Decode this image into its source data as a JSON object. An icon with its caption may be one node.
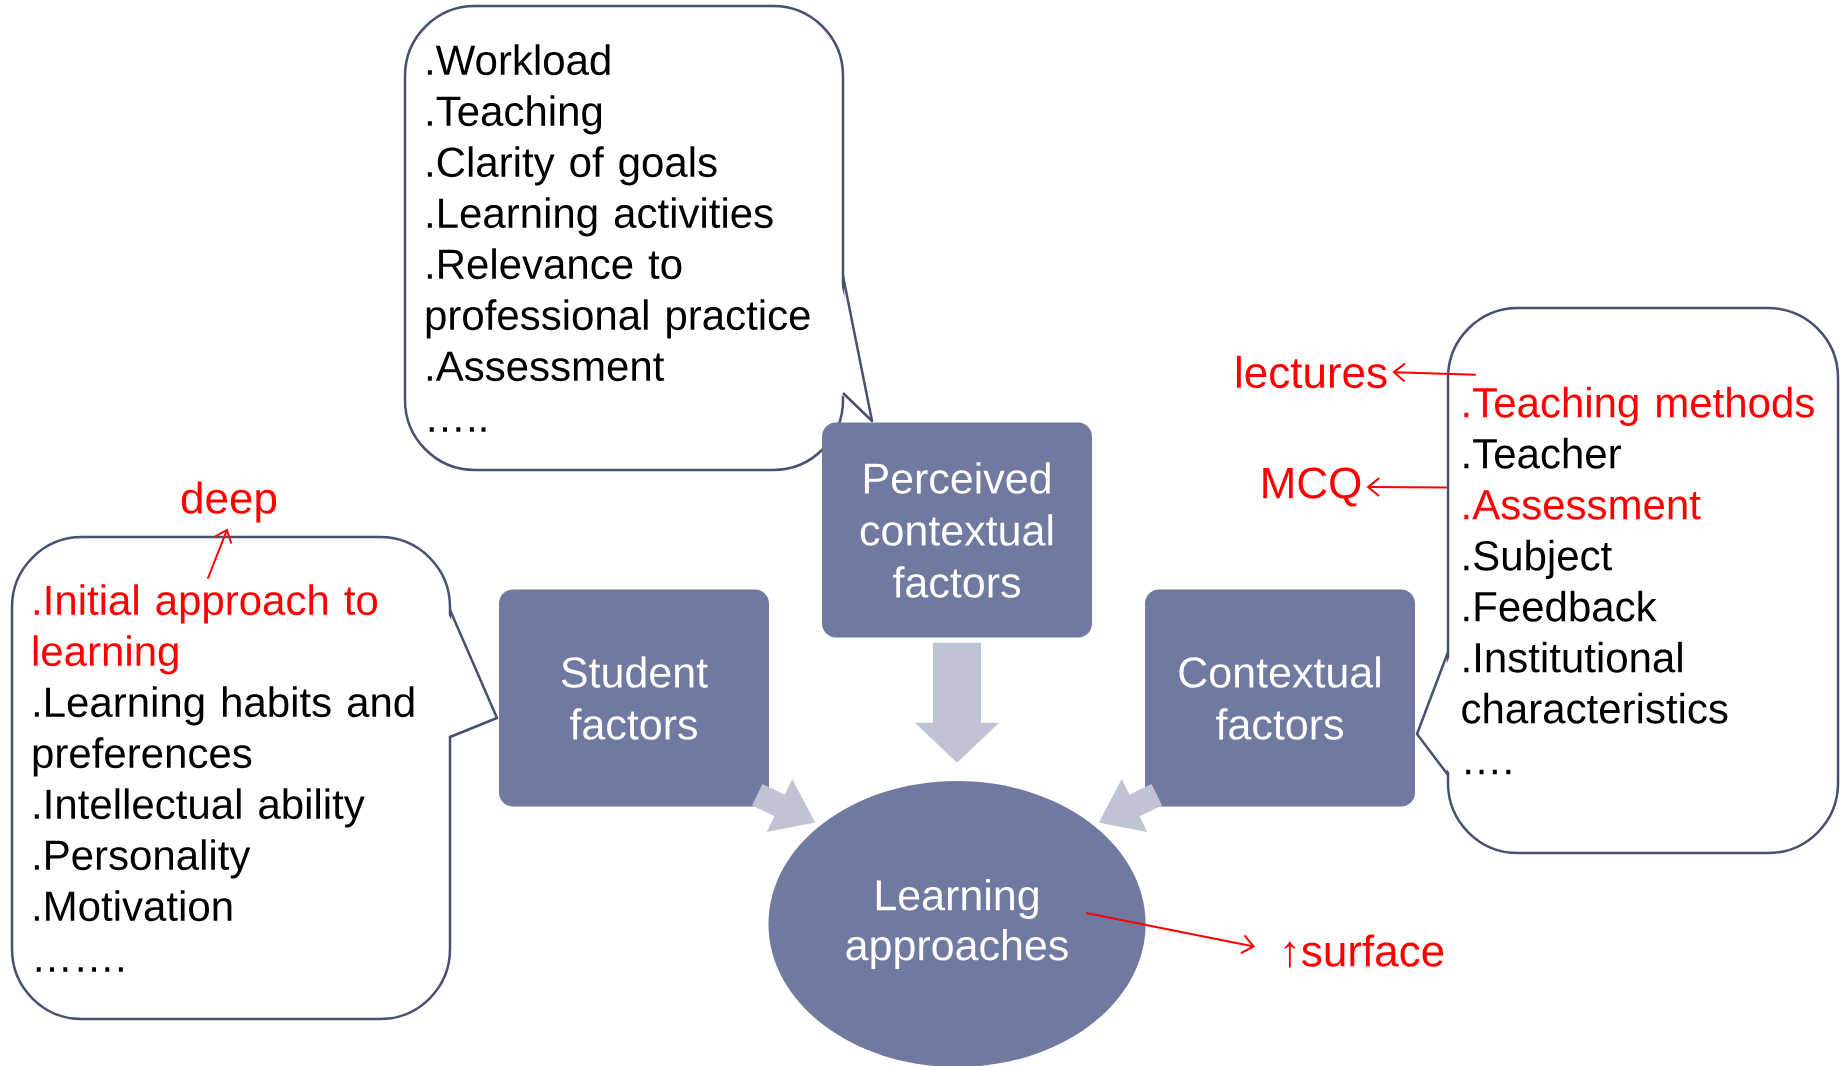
{
  "diagram": {
    "nodes": [
      {
        "text": [
          ".Workload",
          ".Teaching",
          ".Clarity of goals",
          ".Learning activities",
          ".Relevance to professional practice",
          ".Assessment",
          "….."
        ]
      },
      {
        "text": [
          "Perceived contextual factors"
        ]
      },
      {
        "text": [
          ".Initial approach to learning",
          ".Learning habits and preferences",
          ".Intellectual ability",
          ".Personality",
          ".Motivation",
          "……."
        ]
      },
      {
        "text": [
          "Student factors"
        ]
      },
      {
        "text": [
          "Contextual factors"
        ]
      },
      {
        "text": [
          ".Teaching methods",
          ".Teacher",
          ".Assessment",
          ".Subject",
          ".Feedback",
          ".Institutional characteristics",
          "…."
        ]
      },
      {
        "text": [
          "Learning approaches"
        ]
      },
      {
        "text": [
          "deep"
        ]
      },
      {
        "text": [
          "lectures"
        ]
      },
      {
        "text": [
          "MCQ"
        ]
      },
      {
        "text": [
          "↑surface"
        ]
      }
    ],
    "edges": [
      {
        "from": 1,
        "to": 6,
        "arrow": "to",
        "style": "thick",
        "color": "#bfc3d4"
      },
      {
        "from": 3,
        "to": 6,
        "arrow": "to",
        "style": "thick",
        "color": "#bfc3d4"
      },
      {
        "from": 4,
        "to": 6,
        "arrow": "to",
        "style": "thick",
        "color": "#bfc3d4"
      },
      {
        "from": 2,
        "to": 7,
        "arrow": "to"
      },
      {
        "from": 5,
        "to": 8,
        "arrow": "to"
      },
      {
        "from": 5,
        "to": 9,
        "arrow": "to"
      },
      {
        "from": 6,
        "to": 10,
        "arrow": "to"
      }
    ]
  }
}
